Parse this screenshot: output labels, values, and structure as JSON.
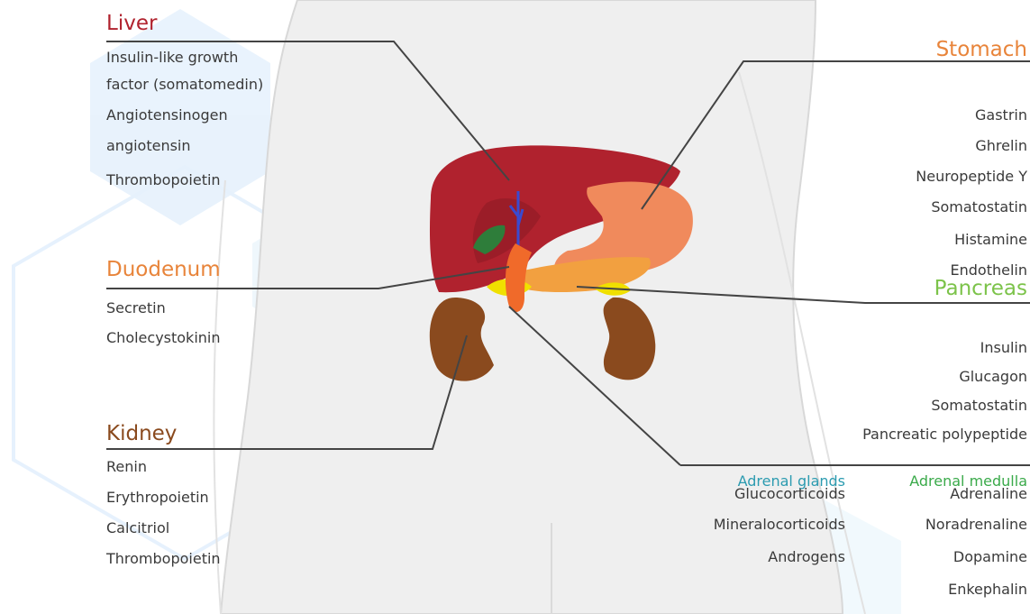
{
  "colors": {
    "liver": "#b0222e",
    "stomach": "#e8843a",
    "duodenum": "#e8843a",
    "pancreas": "#7cc34a",
    "kidney": "#8a4a1e",
    "adrenal_glands": "#2b9bb0",
    "adrenal_medulla": "#3aaa4a",
    "body_fill": "#efefef",
    "text": "#3a3a3a",
    "leader": "#444444"
  },
  "organs": {
    "liver": {
      "name": "Liver",
      "hormones": [
        "Insulin-like growth",
        "factor (somatomedin)",
        "Angiotensinogen",
        "angiotensin",
        "Thrombopoietin"
      ]
    },
    "duodenum": {
      "name": "Duodenum",
      "hormones": [
        "Secretin",
        "Cholecystokinin"
      ]
    },
    "kidney": {
      "name": "Kidney",
      "hormones": [
        "Renin",
        "Erythropoietin",
        "Calcitriol",
        "Thrombopoietin"
      ]
    },
    "stomach": {
      "name": "Stomach",
      "hormones": [
        "Gastrin",
        "Ghrelin",
        "Neuropeptide Y",
        "Somatostatin",
        "Histamine",
        "Endothelin"
      ]
    },
    "pancreas": {
      "name": "Pancreas",
      "hormones": [
        "Insulin",
        "Glucagon",
        "Somatostatin",
        "Pancreatic polypeptide"
      ]
    },
    "adrenal_glands": {
      "name": "Adrenal glands",
      "hormones": [
        "Glucocorticoids",
        "Mineralocorticoids",
        "Androgens"
      ]
    },
    "adrenal_medulla": {
      "name": "Adrenal medulla",
      "hormones": [
        "Adrenaline",
        "Noradrenaline",
        "Dopamine",
        "Enkephalin"
      ]
    }
  }
}
